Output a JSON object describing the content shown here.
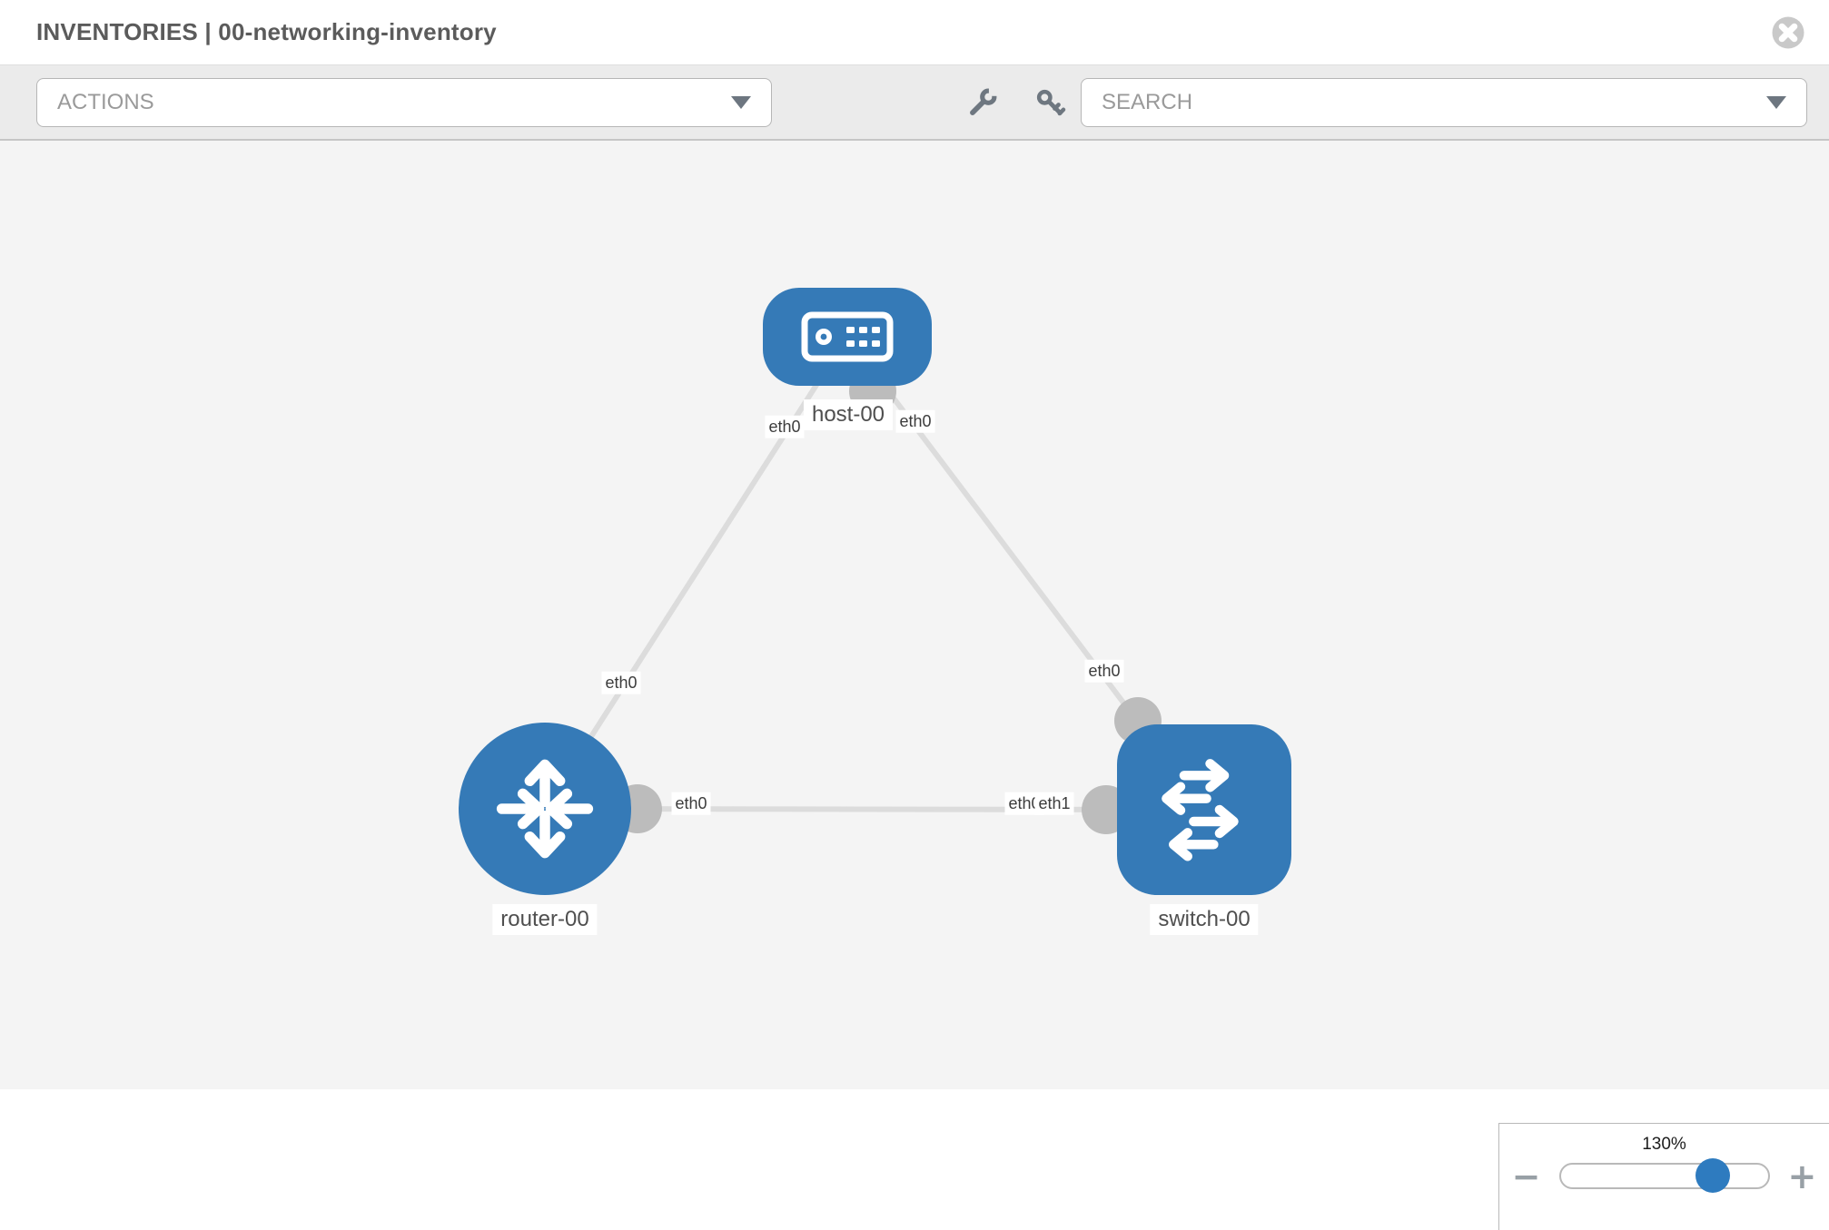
{
  "header": {
    "title": "INVENTORIES | 00-networking-inventory"
  },
  "toolbar": {
    "actions_label": "ACTIONS",
    "search_placeholder": "SEARCH",
    "icons": [
      "wrench-icon",
      "key-icon"
    ]
  },
  "topology": {
    "nodes": [
      {
        "id": "host-00",
        "type": "host",
        "label": "host-00",
        "icon": "server-icon",
        "color": "#357ab7"
      },
      {
        "id": "router-00",
        "type": "router",
        "label": "router-00",
        "icon": "router-arrows-icon",
        "color": "#357ab7"
      },
      {
        "id": "switch-00",
        "type": "switch",
        "label": "switch-00",
        "icon": "switch-arrows-icon",
        "color": "#357ab7"
      }
    ],
    "links": [
      {
        "from": "host-00",
        "to": "router-00",
        "from_interface": "eth0",
        "to_interface": "eth0"
      },
      {
        "from": "host-00",
        "to": "switch-00",
        "from_interface": "eth0",
        "to_interface": "eth0"
      },
      {
        "from": "router-00",
        "to": "switch-00",
        "from_interface": "eth0",
        "to_interface": "eth1",
        "overlapped_interface_label": "eth0"
      }
    ]
  },
  "zoom_control": {
    "level": "130%",
    "minus_label": "−",
    "plus_label": "+"
  },
  "colors": {
    "node_blue": "#357ab7",
    "link_gray": "#dcdcdc",
    "connector_gray": "#bcbcbc",
    "canvas_bg": "#f4f4f4",
    "toolbar_bg": "#ebebeb"
  }
}
